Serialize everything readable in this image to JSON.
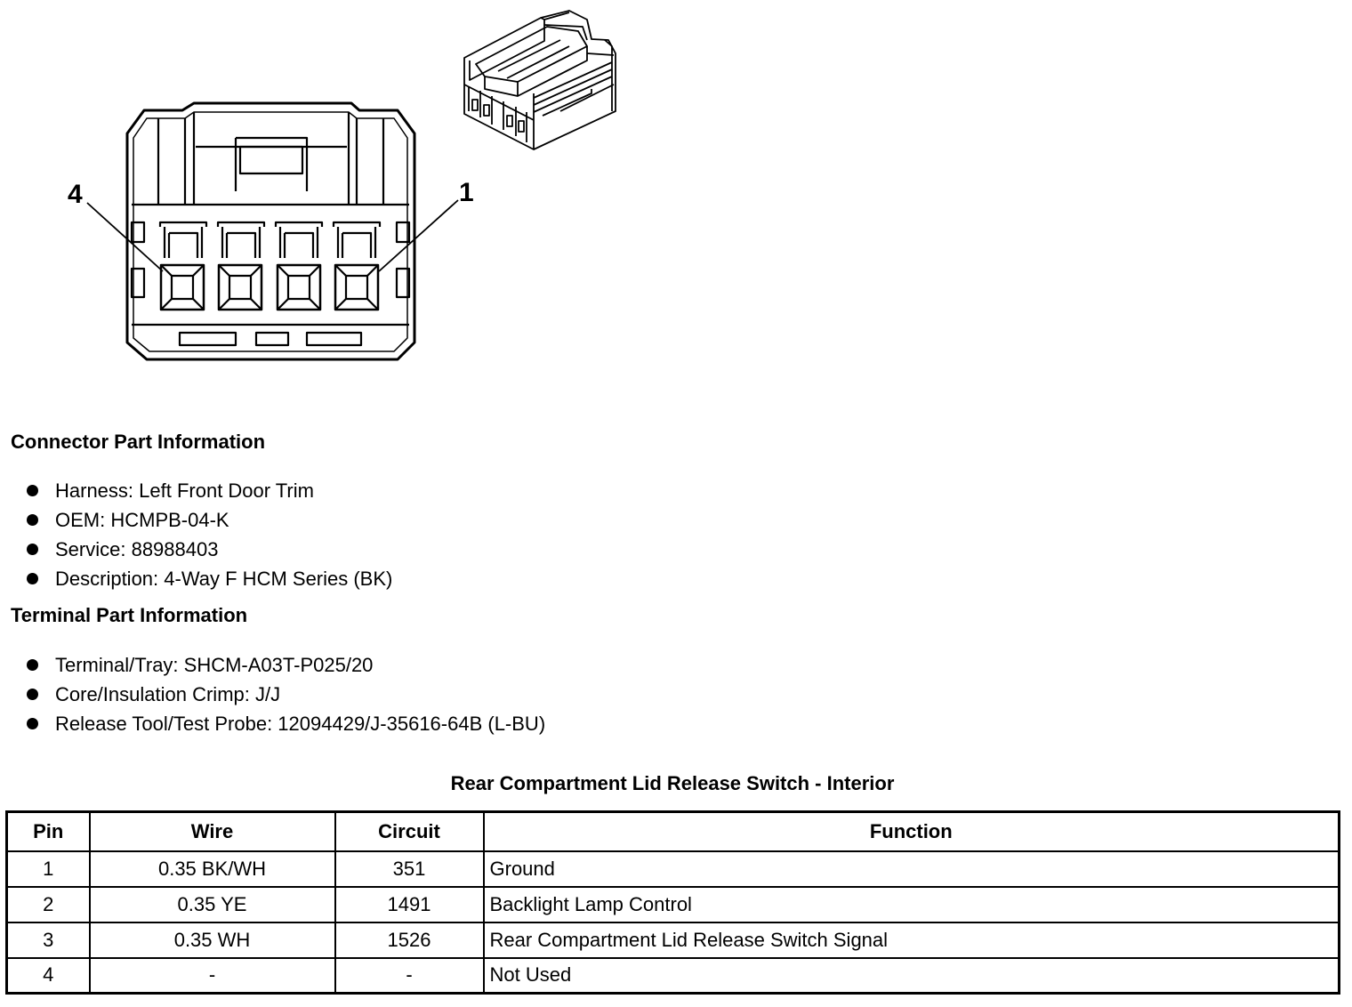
{
  "diagram": {
    "pin_left_label": "4",
    "pin_right_label": "1"
  },
  "connector": {
    "heading": "Connector Part Information",
    "items": [
      "Harness: Left Front Door Trim",
      "OEM: HCMPB-04-K",
      "Service: 88988403",
      "Description: 4-Way F HCM Series (BK)"
    ]
  },
  "terminal": {
    "heading": "Terminal Part Information",
    "items": [
      "Terminal/Tray: SHCM-A03T-P025/20",
      "Core/Insulation Crimp: J/J",
      "Release Tool/Test Probe: 12094429/J-35616-64B (L-BU)"
    ]
  },
  "table": {
    "title": "Rear Compartment Lid Release Switch - Interior",
    "headers": [
      "Pin",
      "Wire",
      "Circuit",
      "Function"
    ],
    "rows": [
      [
        "1",
        "0.35 BK/WH",
        "351",
        "Ground"
      ],
      [
        "2",
        "0.35 YE",
        "1491",
        "Backlight Lamp Control"
      ],
      [
        "3",
        "0.35 WH",
        "1526",
        "Rear Compartment Lid Release Switch Signal"
      ],
      [
        "4",
        "-",
        "-",
        "Not Used"
      ]
    ]
  }
}
